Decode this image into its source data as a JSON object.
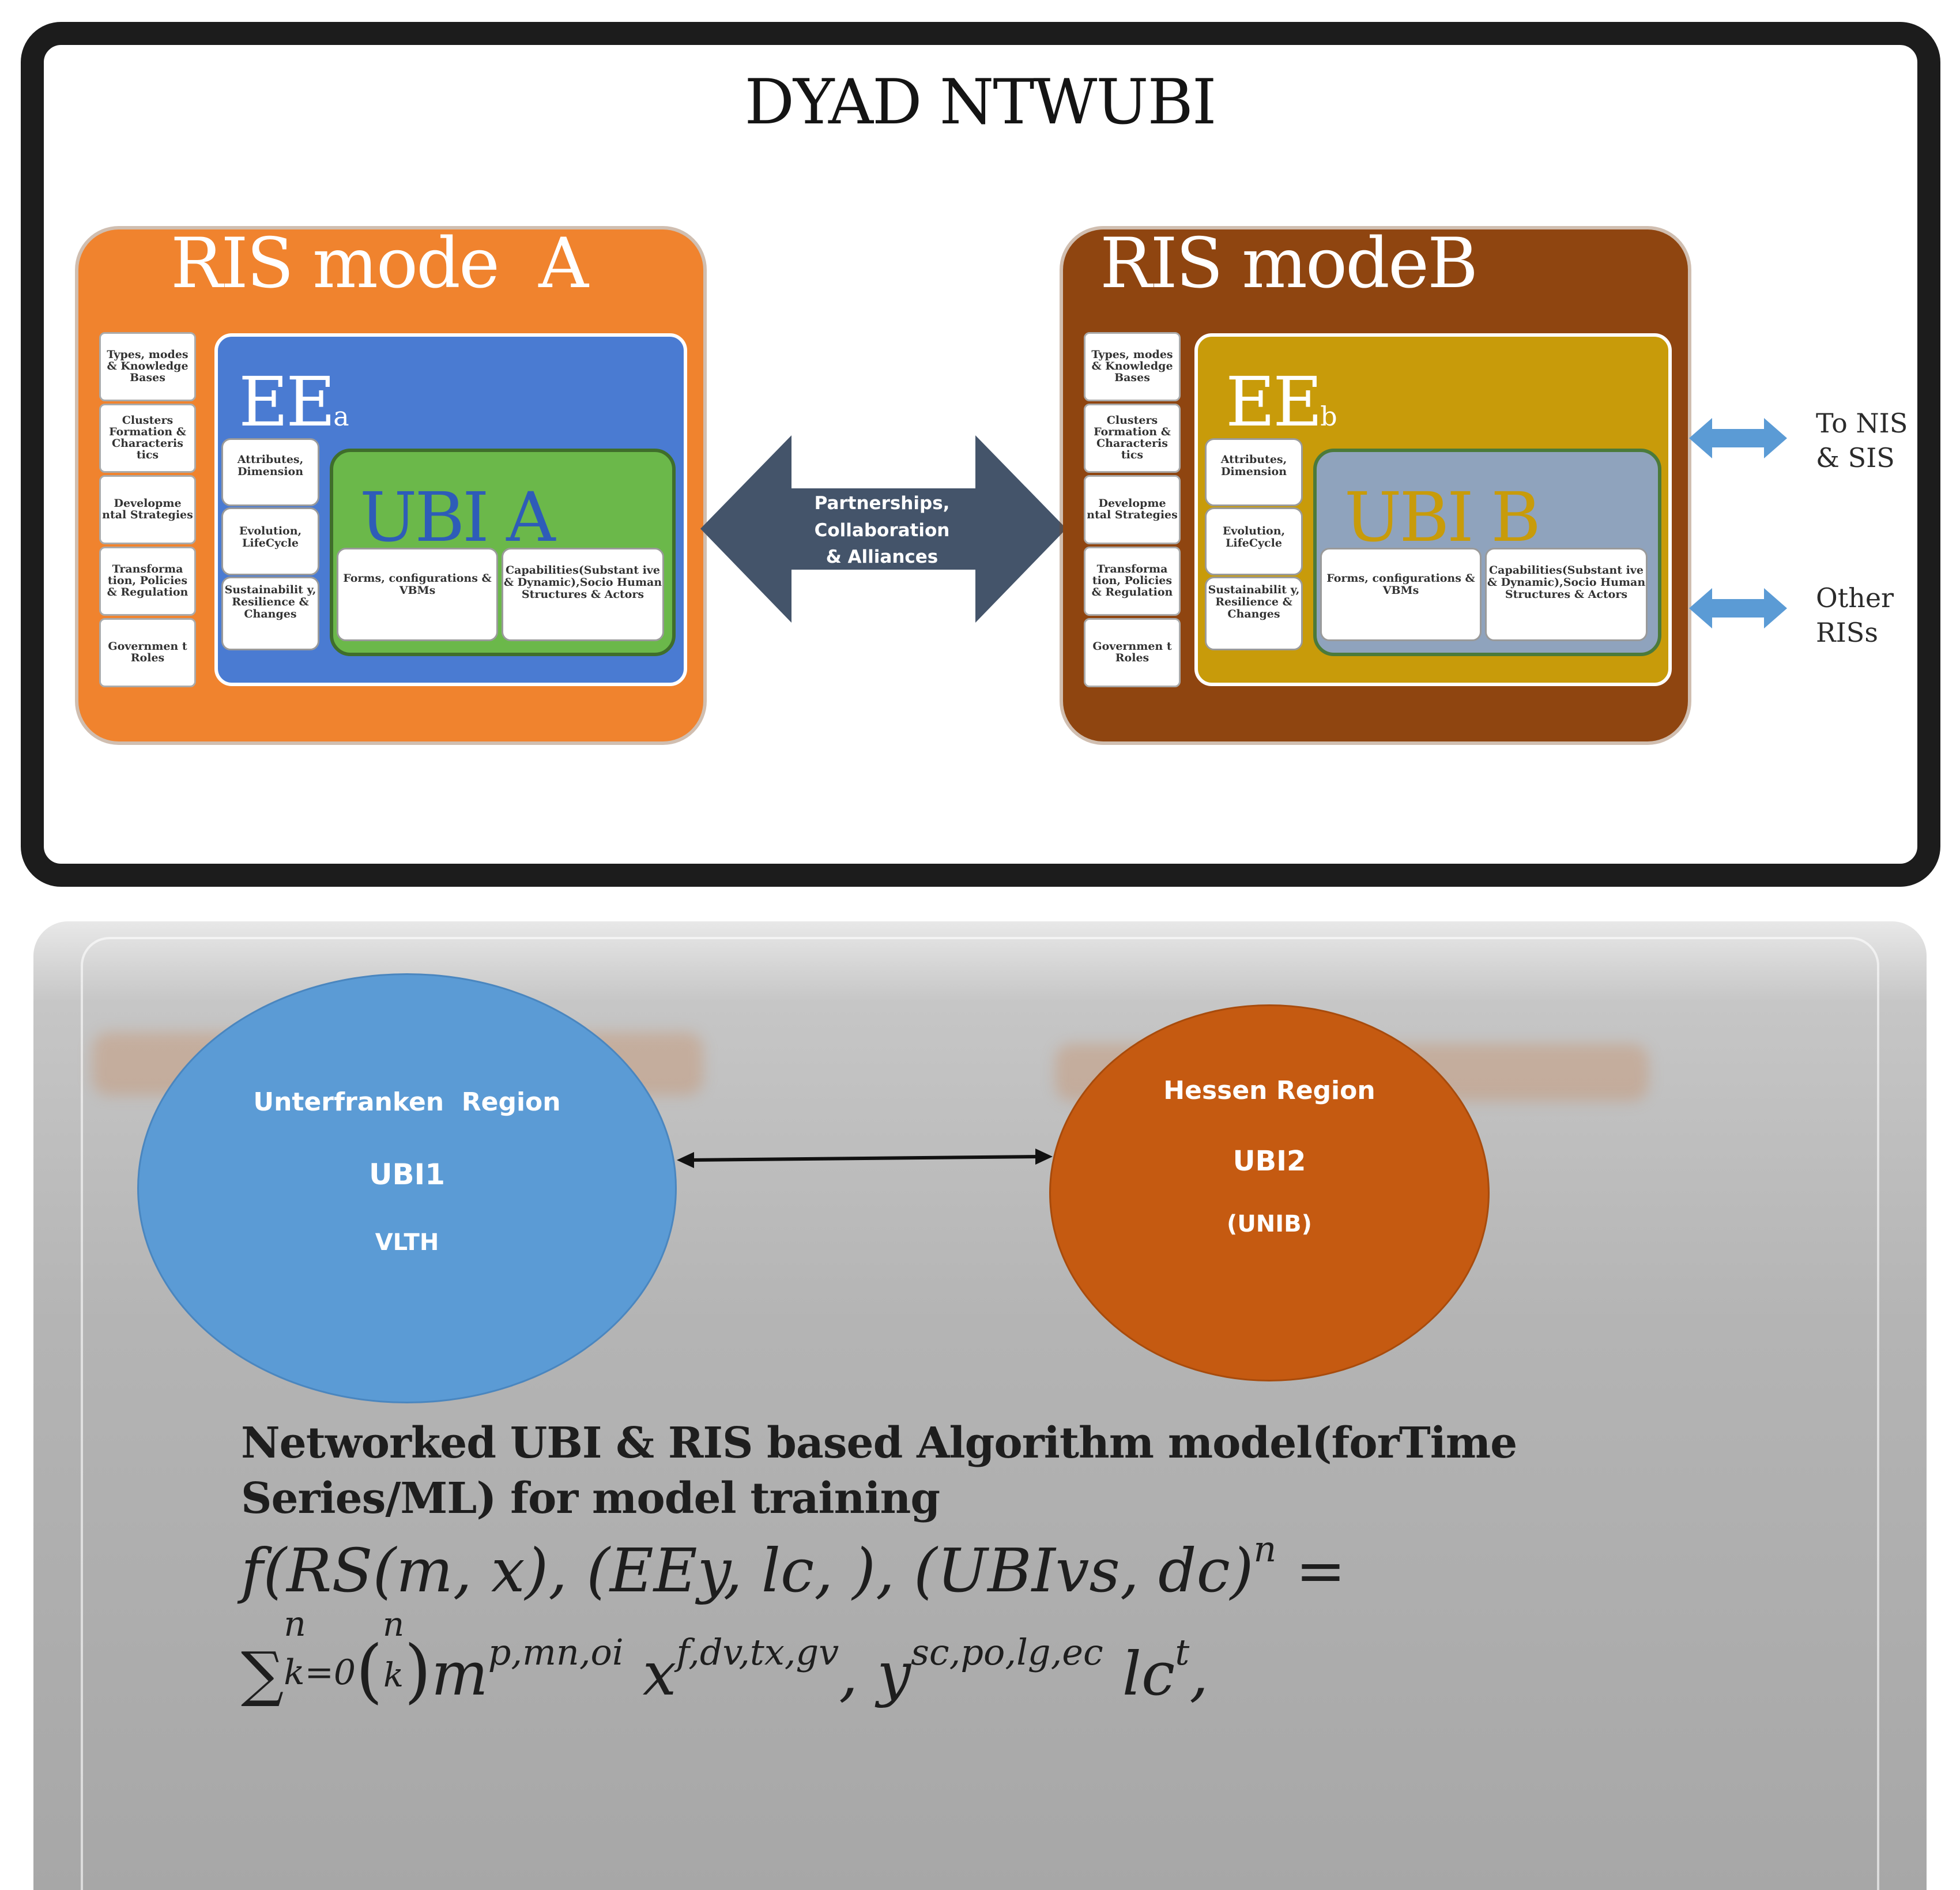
{
  "title": "DYAD NTWUBI",
  "ris_a": {
    "title": "RIS mode  A",
    "side_items": [
      "Types, modes & Knowledge Bases",
      "Clusters Formation & Characteris tics",
      "Developme ntal Strategies",
      "Transforma tion, Policies & Regulation",
      "Governmen t Roles"
    ],
    "ee_label": "EE",
    "ee_sub": "a",
    "ee_items": [
      "Attributes, Dimension",
      "Evolution, LifeCycle",
      "Sustainabilit y, Resilience & Changes"
    ],
    "ubi_label": "UBI A",
    "ubi_items": [
      "Forms, configurations & VBMs",
      "Capabilities(Substant ive & Dynamic),Socio Human Structures & Actors"
    ]
  },
  "ris_b": {
    "title": "RIS modeB",
    "side_items": [
      "Types, modes & Knowledge Bases",
      "Clusters Formation & Characteris tics",
      "Developme ntal Strategies",
      "Transforma tion, Policies & Regulation",
      "Governmen t Roles"
    ],
    "ee_label": "EE",
    "ee_sub": "b",
    "ee_items": [
      "Attributes, Dimension",
      "Evolution, LifeCycle",
      "Sustainabilit y, Resilience & Changes"
    ],
    "ubi_label": "UBI B",
    "ubi_items": [
      "Forms, configurations & VBMs",
      "Capabilities(Substant ive & Dynamic),Socio Human Structures & Actors"
    ]
  },
  "partnership": {
    "line1": "Partnerships,",
    "line2": "Collaboration",
    "line3": "& Alliances"
  },
  "external_links": {
    "nis_line1": "To NIS",
    "nis_line2": "& SIS",
    "ris_line1": "Other",
    "ris_line2": "RISs"
  },
  "region1": {
    "name": "Unterfranken  Region",
    "ubi": "UBI1",
    "institution": "VLTH",
    "color": "#5b9bd5"
  },
  "region2": {
    "name": "Hessen Region",
    "ubi": "UBI2",
    "institution": "(UNIB)",
    "color": "#c55a11"
  },
  "colors": {
    "ris_a": "#f0832e",
    "ris_b": "#8f4510",
    "ee_a": "#4a7bd2",
    "ee_b": "#c89b0a",
    "ubi_a": "#6bb84a",
    "ubi_b": "#8fa3bd",
    "partnership_arrow": "#44546a",
    "link_arrow": "#5b9bd5"
  },
  "formula": {
    "heading_line1": "Networked UBI & RIS based Algorithm model(forTime",
    "heading_line2": "Series/ML) for model training",
    "line1": "f(RS(m, x), (EEy, lc, ), (UBIvs, dc)",
    "line1_sup": "n",
    "line1_end": " =",
    "sum": "∑",
    "sum_sup": "n",
    "sum_sub": "k=0",
    "binom_top": "n",
    "binom_bottom": "k",
    "m": "m",
    "m_sup": "p,mn,oi",
    "x": "x",
    "x_sup": "f,dv,tx,gv",
    "y": ", y",
    "y_sup": "sc,po,lg,ec",
    "lc": " lc",
    "lc_sup": "t",
    "end": ","
  }
}
